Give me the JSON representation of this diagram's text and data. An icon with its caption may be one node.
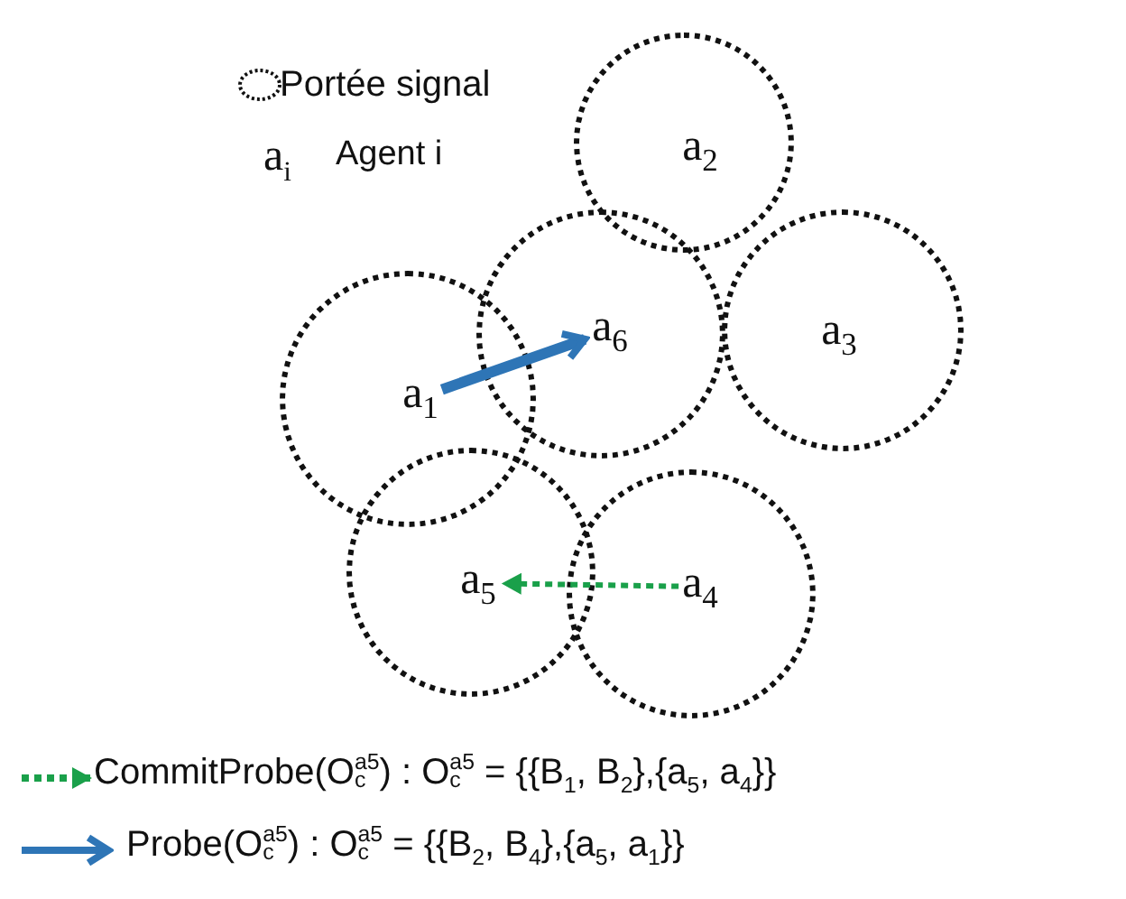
{
  "diagram": {
    "nodes": [
      {
        "text": [
          "a$_{2}$"
        ]
      },
      {
        "text": [
          "a$_{6}$"
        ]
      },
      {
        "text": [
          "a$_{3}$"
        ]
      },
      {
        "text": [
          "a$_{1}$"
        ]
      },
      {
        "text": [
          "a$_{5}$"
        ]
      },
      {
        "text": [
          "a$_{4}$"
        ]
      }
    ],
    "edges": [
      {
        "from": 3,
        "to": 1,
        "arrow": "to",
        "style": "thick",
        "color": "#2e75b6"
      },
      {
        "from": 5,
        "to": 4,
        "arrow": "to",
        "style": "dashed",
        "color": "#1aa04a"
      }
    ],
    "labels": [
      "a$_{i}$",
      "Agent i"
    ],
    "legend": [
      {
        "text": "Portée signal"
      },
      {
        "text": "CommitProbe(O$_{c}$$^{a5}$) : O$_{c}$$^{a5}$ = {{B$_{1}$, B$_{2}$},{a$_{5}$, a$_{4}$}}"
      },
      {
        "text": "Probe(O$_{c}$$^{a5}$) : O$_{c}$$^{a5}$ = {{B$_{2}$, B$_{4}$},{a$_{5}$, a$_{1}$}}"
      }
    ]
  }
}
